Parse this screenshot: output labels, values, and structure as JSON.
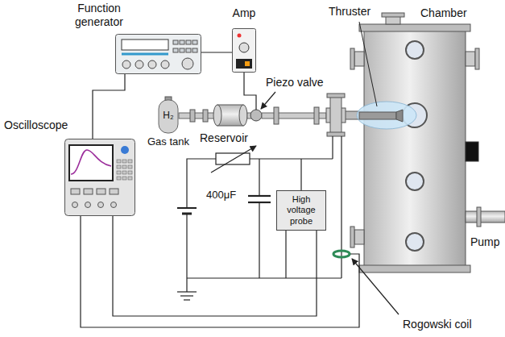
{
  "diagram": {
    "nodes": [
      {
        "text": [
          "Function generator"
        ]
      },
      {
        "text": [
          "Amp"
        ]
      },
      {
        "text": [
          "Oscilloscope"
        ]
      },
      {
        "text": [
          "H₂",
          "Gas tank"
        ]
      },
      {
        "text": [
          "High voltage probe"
        ]
      }
    ],
    "edges": [
      {
        "from": 0,
        "to": 1,
        "arrow": "none"
      },
      {
        "from": 0,
        "to": 2,
        "arrow": "none"
      },
      {
        "from": 2,
        "to": 4,
        "arrow": "none"
      }
    ],
    "labels": [
      "Thruster",
      "Chamber",
      "Piezo valve",
      "Reservoir",
      "400μF",
      "Pump",
      "Rogowski coil"
    ]
  }
}
